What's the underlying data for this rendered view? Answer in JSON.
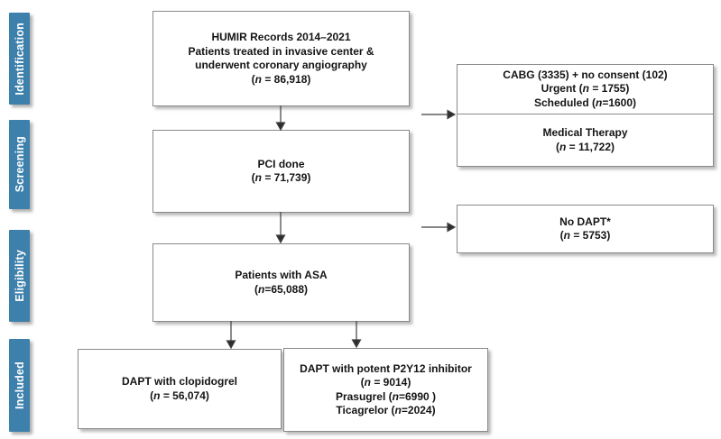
{
  "palette": {
    "stage_label_bg": "#3d80ab",
    "stage_label_text": "#ffffff",
    "box_border": "#8a8a8a",
    "box_text": "#141414",
    "arrow": "#3f3f3f"
  },
  "stages": [
    {
      "label": "Identification"
    },
    {
      "label": "Screening"
    },
    {
      "label": "Eligibility"
    },
    {
      "label": "Included"
    }
  ],
  "boxes": {
    "humir": {
      "lines": [
        "HUMIR Records 2014–2021",
        "Patients treated in invasive center &",
        "underwent coronary angiography",
        "(n = 86,918)"
      ]
    },
    "pci": {
      "lines": [
        "PCI done",
        "(n = 71,739)"
      ]
    },
    "asa": {
      "lines": [
        "Patients with ASA",
        "(n=65,088)"
      ]
    },
    "clopidogrel": {
      "lines": [
        "DAPT with clopidogrel",
        "(n = 56,074)"
      ]
    },
    "potent_p2y12": {
      "lines": [
        "DAPT with potent P2Y12 inhibitor",
        "(n = 9014)",
        "Prasugrel (n=6990 )",
        "Ticagrelor (n=2024)"
      ]
    },
    "exclusion_cabg": {
      "lines": [
        "CABG (3335) + no consent (102)",
        "Urgent (n = 1755)",
        "Scheduled (n=1600)"
      ]
    },
    "exclusion_medical": {
      "lines": [
        "Medical Therapy",
        "(n = 11,722)"
      ]
    },
    "exclusion_no_dapt": {
      "lines": [
        "No DAPT*",
        "(n = 5753)"
      ]
    }
  }
}
